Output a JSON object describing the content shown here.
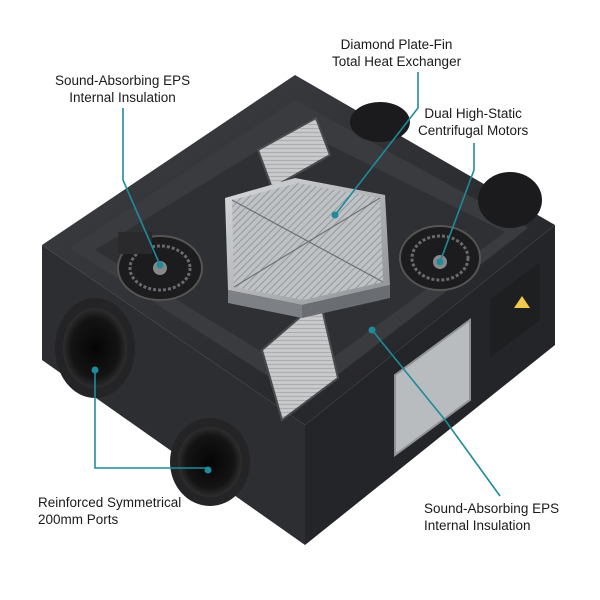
{
  "colors": {
    "callout": "#1f8a99",
    "housing_dark": "#2a2b2e",
    "housing_mid": "#3a3b3f",
    "panel_grey": "#b9bcbf"
  },
  "labels": {
    "heat_exchanger": {
      "line1": "Diamond Plate-Fin",
      "line2": "Total Heat Exchanger"
    },
    "insulation_top": {
      "line1": "Sound-Absorbing EPS",
      "line2": "Internal Insulation"
    },
    "motors": {
      "line1": "Dual High-Static",
      "line2": "Centrifugal Motors"
    },
    "ports": {
      "line1": "Reinforced Symmetrical",
      "line2": "200mm Ports"
    },
    "insulation_bottom": {
      "line1": "Sound-Absorbing EPS",
      "line2": "Internal Insulation"
    }
  }
}
